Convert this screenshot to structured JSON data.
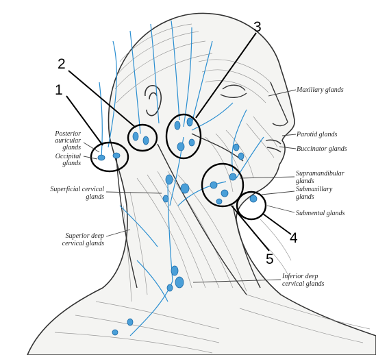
{
  "labels": {
    "maxillary": "Maxillary glands",
    "parotid": "Parotid glands",
    "buccinator": "Buccinator glands",
    "supramandibular_1": "Supramandibular",
    "supramandibular_2": "glands",
    "submaxillary_1": "Submaxillary",
    "submaxillary_2": "glands",
    "submental": "Submental glands",
    "posterior_auricular_1": "Posterior",
    "posterior_auricular_2": "auricular",
    "posterior_auricular_3": "glands",
    "occipital_1": "Occipital",
    "occipital_2": "glands",
    "superficial_cervical_1": "Superficial cervical",
    "superficial_cervical_2": "glands",
    "superior_deep_1": "Superior deep",
    "superior_deep_2": "cervical glands",
    "inferior_deep_1": "Inferior deep",
    "inferior_deep_2": "cervical glands"
  },
  "numbers": {
    "n1": "1",
    "n2": "2",
    "n3": "3",
    "n4": "4",
    "n5": "5"
  },
  "colors": {
    "vessel": "#2b8fd1",
    "node": "#4a9fd8",
    "outline": "#333333",
    "hatch": "#777777",
    "marker": "#000000"
  }
}
